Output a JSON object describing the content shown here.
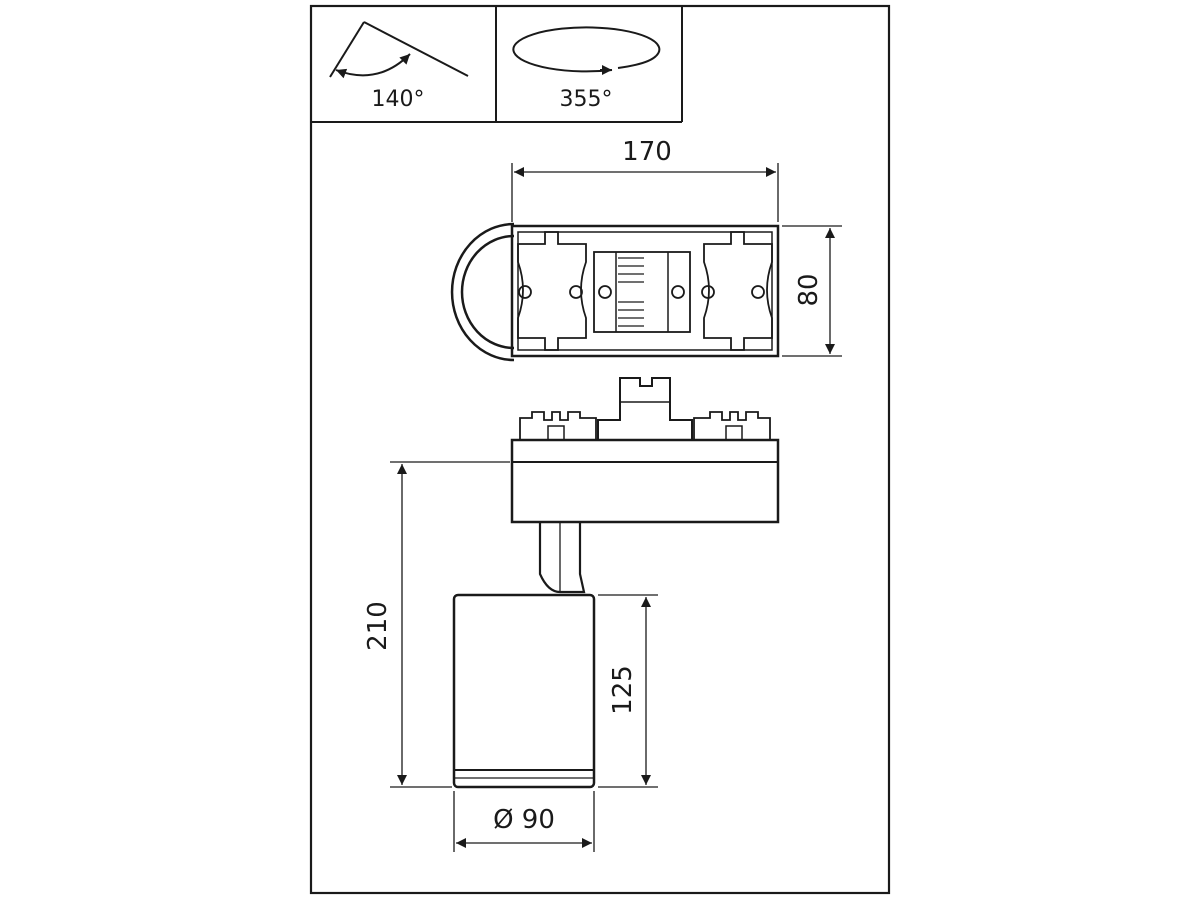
{
  "rotation": {
    "tilt_label": "140°",
    "rotate_label": "355°"
  },
  "dimensions": {
    "width_label": "170",
    "depth_label": "80",
    "total_height_label": "210",
    "head_height_label": "125",
    "diameter_label": "Ø 90"
  },
  "colors": {
    "line": "#1a1a1a",
    "background": "#ffffff"
  }
}
